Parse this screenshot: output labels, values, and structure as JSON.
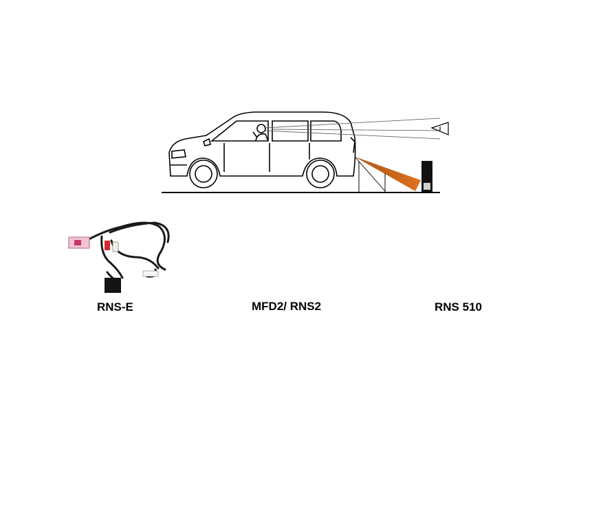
{
  "labels": {
    "rns_e": "RNS-E",
    "mfd2_rns2": "MFD2/ RNS2",
    "rns_510": "RNS 510"
  },
  "colors": {
    "background": "#ffffff",
    "cable": "#1a1a1a",
    "rca_red": "#d8262a",
    "rca_white": "#f2efe6",
    "rca_yellow": "#f2c21a",
    "view_cone": "#e0721e",
    "module_body": "#2a2c2e",
    "pcb_green": "#2f7a3c",
    "wire_blue": "#4a5fb5",
    "wire_purple": "#8c5a9a"
  },
  "icons": [
    "car-icon",
    "rear-camera-view-icon",
    "obstacle-post-icon",
    "camera-symbol-icon"
  ]
}
